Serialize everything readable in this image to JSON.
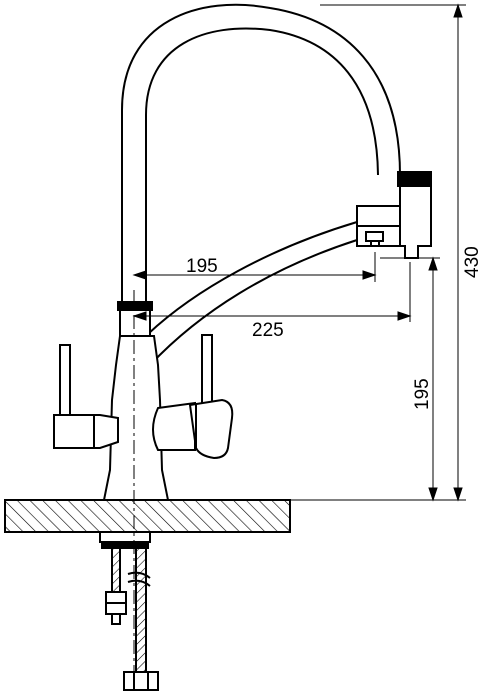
{
  "drawing": {
    "dimensions": {
      "spout_reach_upper": "195",
      "spout_reach_lower": "225",
      "spout_height": "195",
      "total_height": "430"
    },
    "stroke_color": "#000000",
    "background_color": "#ffffff"
  }
}
